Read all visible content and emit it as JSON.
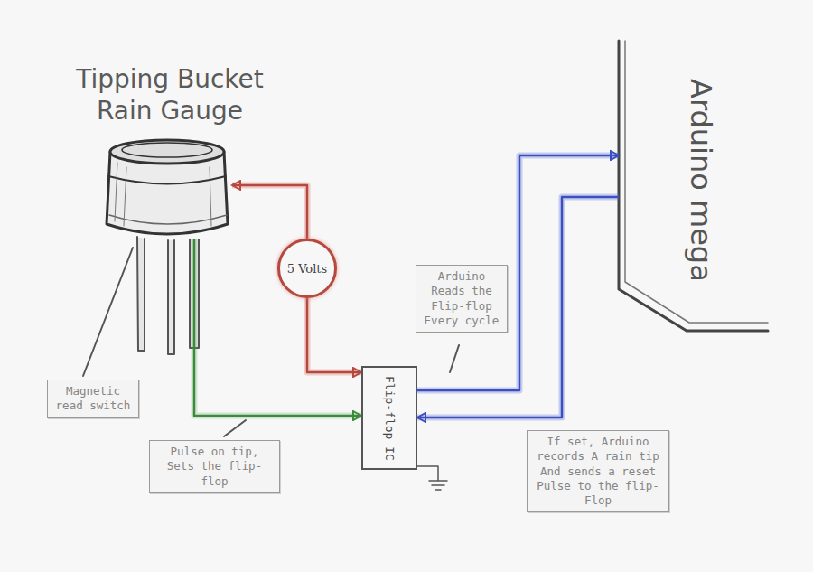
{
  "diagram": {
    "nodes": [
      {
        "text": [
          "Tipping Bucket Rain Gauge"
        ]
      },
      {
        "text": [
          "5 Volts"
        ]
      },
      {
        "text": [
          "Magnetic read switch"
        ]
      },
      {
        "text": [
          "Pulse on tip, Sets the flip-flop"
        ]
      },
      {
        "text": [
          "Flip-flop IC"
        ]
      },
      {
        "text": [
          "Arduino Reads the Flip-flop Every cycle"
        ]
      },
      {
        "text": [
          "Arduino mega"
        ]
      },
      {
        "text": [
          "If set, Arduino records A rain tip And sends a reset Pulse to the flip-Flop"
        ]
      }
    ],
    "edges": [
      {
        "from": 1,
        "to": 0,
        "arrow": "to"
      },
      {
        "from": 1,
        "to": 4,
        "arrow": "to"
      },
      {
        "from": 0,
        "to": 4,
        "arrow": "to"
      },
      {
        "from": 4,
        "to": 6,
        "arrow": "to"
      },
      {
        "from": 6,
        "to": 4,
        "arrow": "to"
      }
    ]
  }
}
